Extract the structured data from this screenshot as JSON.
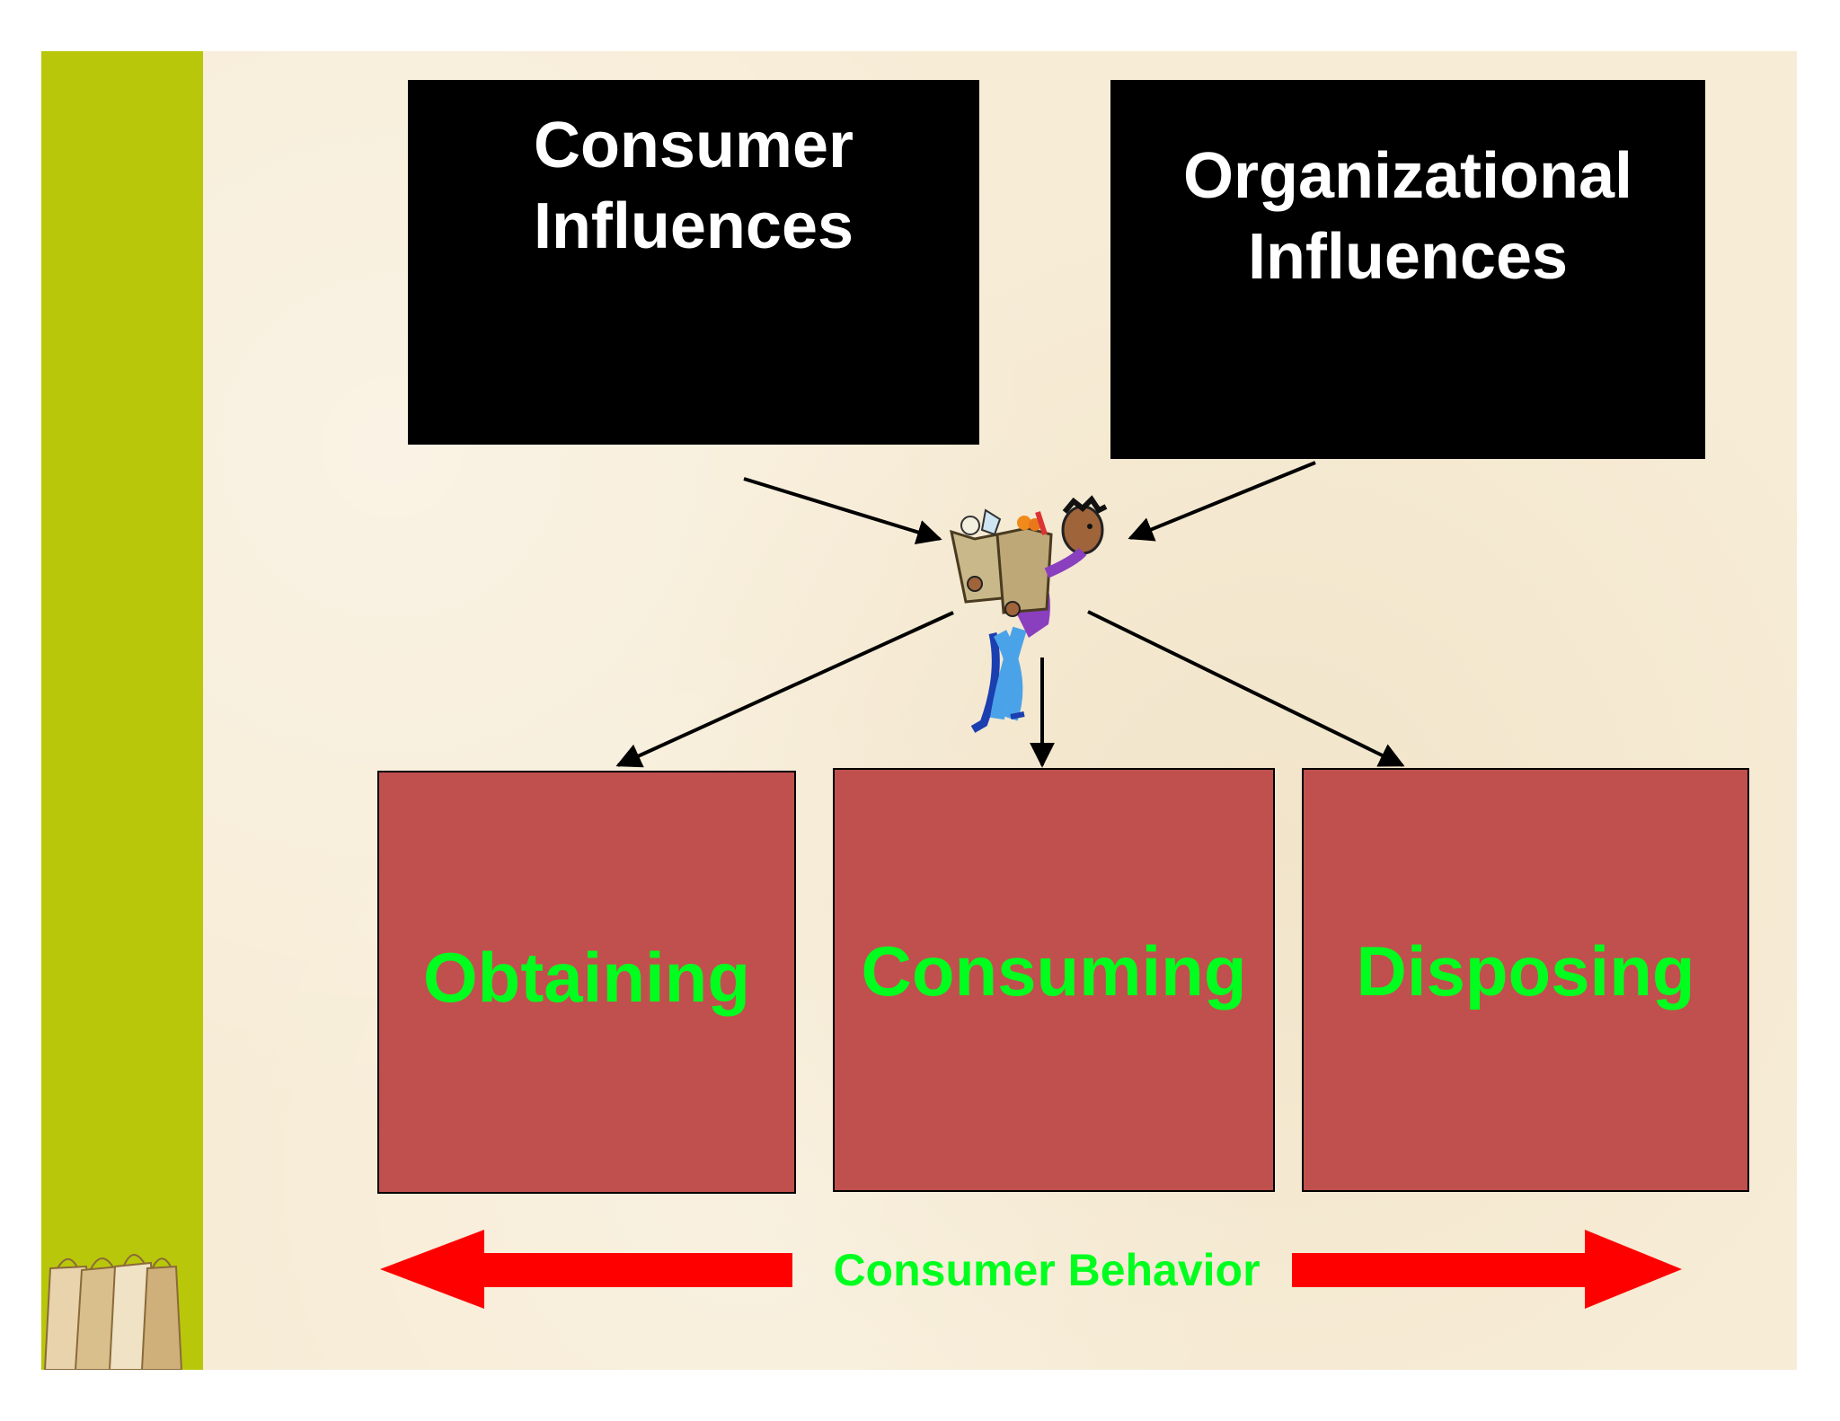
{
  "boxes": {
    "consumer_influences": "Consumer\nInfluences",
    "organizational_influences": "Organizational\nInfluences",
    "obtaining": "Obtaining",
    "consuming": "Consuming",
    "disposing": "Disposing"
  },
  "behavior_label": "Consumer Behavior",
  "colors": {
    "sidebar": "#b9c70a",
    "background": "#f7ecd6",
    "influence_box": "#000000",
    "activity_box": "#c0504d",
    "activity_text": "#00ff1e",
    "behavior_arrow": "#ff0000"
  },
  "icons": [
    "shopper-icon",
    "shopping-bags-icon"
  ]
}
